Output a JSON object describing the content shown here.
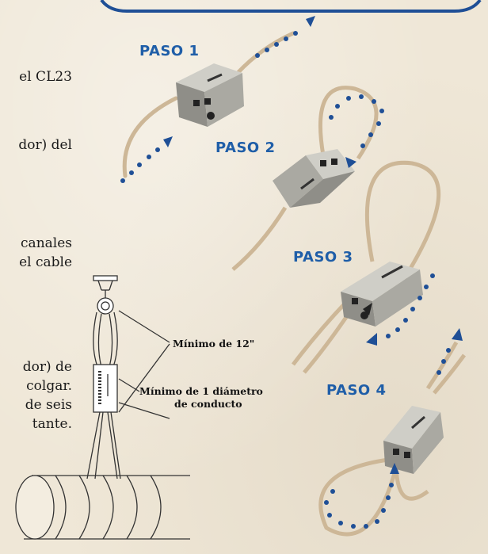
{
  "left_text": {
    "lines": [
      "el CL23",
      "dor) del",
      "canales",
      "el cable",
      "dor) de",
      "colgar.",
      "de seis",
      "tante."
    ]
  },
  "steps": [
    {
      "label": "PASO 1"
    },
    {
      "label": "PASO 2"
    },
    {
      "label": "PASO 3"
    },
    {
      "label": "PASO 4"
    }
  ],
  "diagram": {
    "min_length_label": "Mínimo de 12\"",
    "min_diameter_line1": "Mínimo de 1 diámetro",
    "min_diameter_line2": "de conducto"
  },
  "colors": {
    "step_blue": "#1f5ea8",
    "arrow_blue": "#1f4f96",
    "cable": "#cdb797",
    "clamp": "#a9a8a1"
  }
}
